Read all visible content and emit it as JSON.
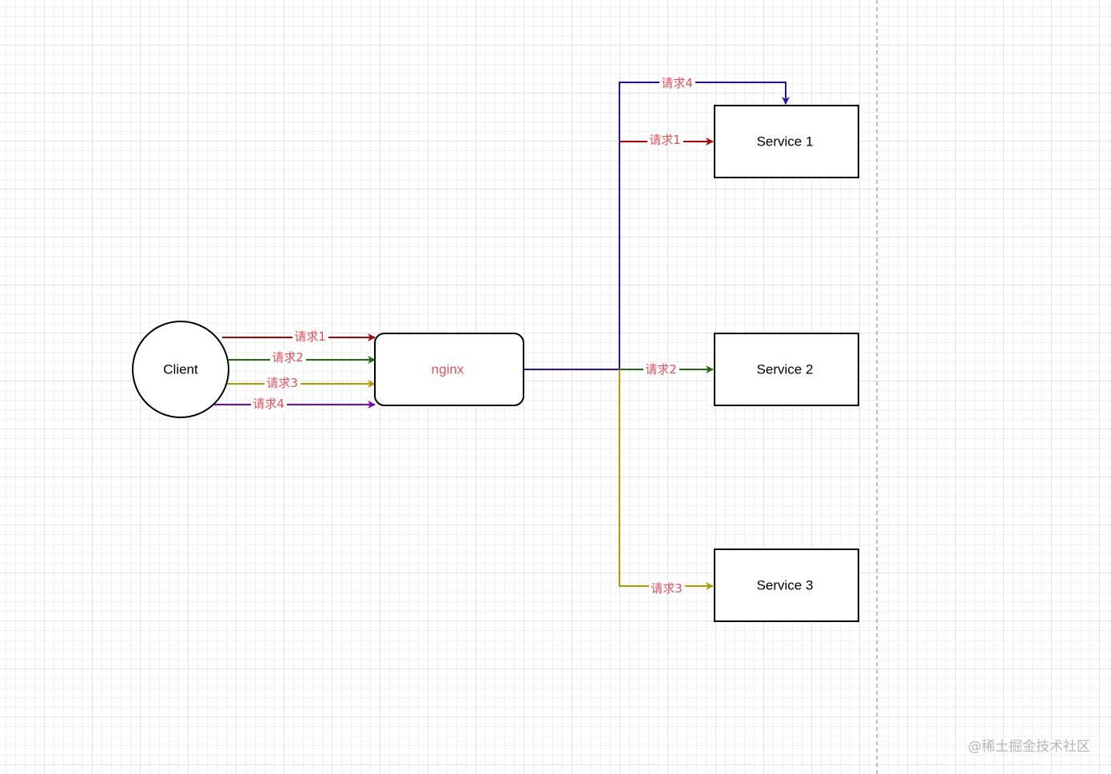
{
  "colors": {
    "req1": "#b30000",
    "req2": "#1e6b0a",
    "req3": "#b09a00",
    "req4": "#7a00cc",
    "upstream": "#2a0bbd",
    "label": "#e8505b",
    "page_break": "#a9a9a9"
  },
  "nodes": {
    "client": "Client",
    "nginx": "nginx",
    "service1": "Service 1",
    "service2": "Service 2",
    "service3": "Service 3"
  },
  "edges": {
    "client_req1": "请求1",
    "client_req2": "请求2",
    "client_req3": "请求3",
    "client_req4": "请求4",
    "svc_req4": "请求4",
    "svc_req1": "请求1",
    "svc_req2": "请求2",
    "svc_req3": "请求3"
  },
  "watermark": "@稀土掘金技术社区"
}
